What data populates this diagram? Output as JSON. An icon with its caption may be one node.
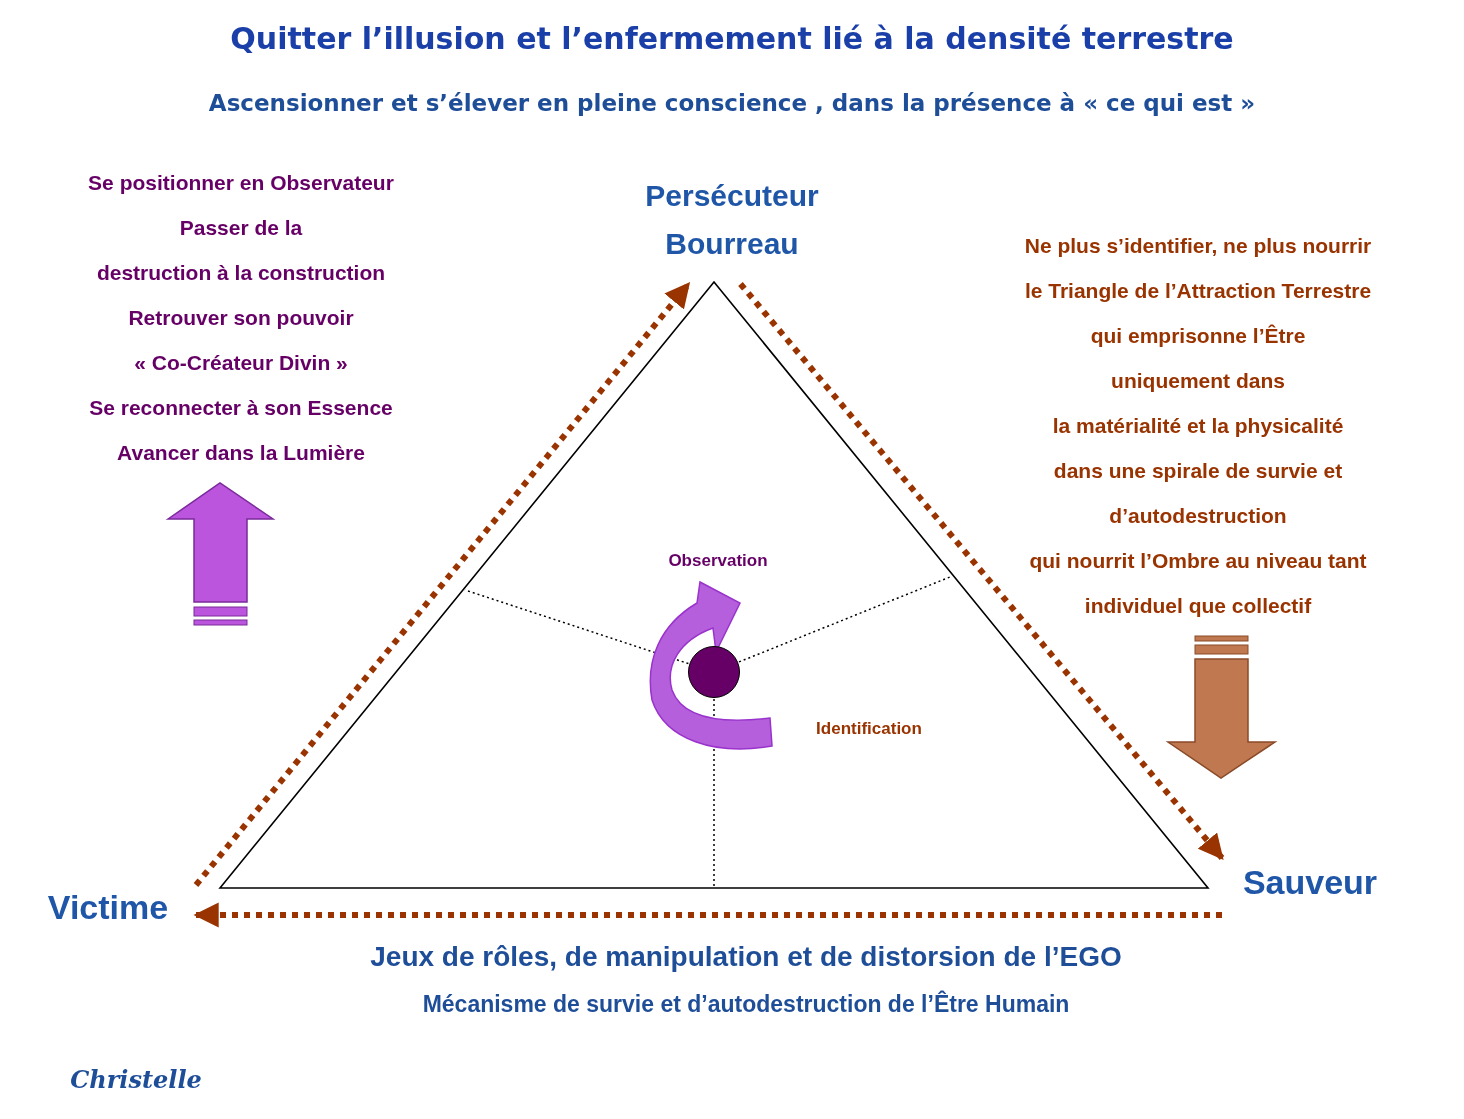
{
  "diagram": {
    "title": "Quitter l’illusion et l’enfermement lié à la densité terrestre",
    "nodes": [
      {
        "text": [
          "Persécuteur",
          "Bourreau"
        ]
      },
      {
        "text": [
          "Victime"
        ]
      },
      {
        "text": [
          "Sauveur"
        ]
      },
      {
        "text": [],
        "shape": "circle"
      }
    ],
    "edges": [
      {
        "from": 1,
        "to": 0,
        "arrow": "to",
        "style": "dashed"
      },
      {
        "from": 0,
        "to": 2,
        "arrow": "to",
        "style": "dashed"
      },
      {
        "from": 2,
        "to": 1,
        "arrow": "to",
        "style": "dashed"
      }
    ],
    "labels": [
      "Ascensionner et s’élever en pleine conscience , dans la présence à « ce qui est »",
      "Se positionner en Observateur",
      "Passer de la",
      "destruction à la construction",
      "Retrouver son pouvoir",
      "« Co-Créateur Divin »",
      "Se reconnecter à son Essence",
      "Avancer dans la Lumière",
      "Observation",
      "Identification",
      "Ne plus s’identifier, ne plus nourrir",
      "le Triangle de l’Attraction Terrestre",
      "qui emprisonne l’Être",
      "uniquement dans",
      "la matérialité et la physicalité",
      "dans une spirale de survie et",
      "d’autodestruction",
      "qui nourrit l’Ombre au niveau tant",
      "individuel que collectif",
      "Jeux de rôles, de manipulation et de distorsion de l’EGO",
      "Mécanisme de survie et d’autodestruction de l’Être Humain",
      "Christelle"
    ]
  }
}
